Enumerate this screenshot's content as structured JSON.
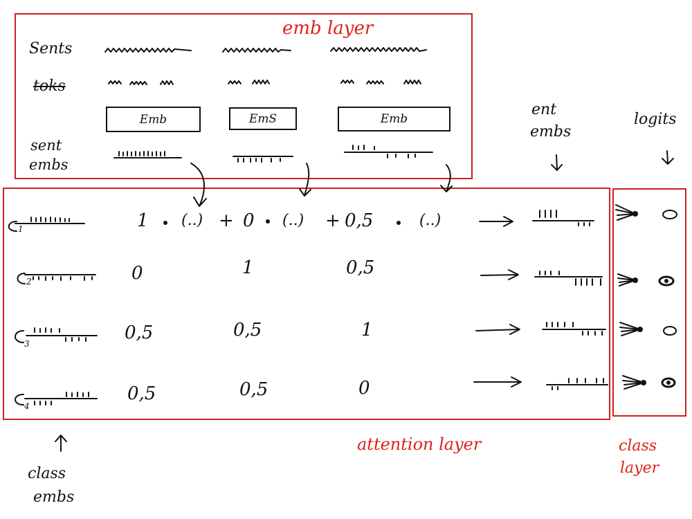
{
  "emb_layer": {
    "title": "emb layer",
    "row_sents": "Sents",
    "row_toks": "toks",
    "emb_labels": [
      "Emb",
      "EmS",
      "Emb"
    ],
    "sent_embs_label": [
      "sent",
      "embs"
    ]
  },
  "attention": {
    "title": "attention layer",
    "class_labels": [
      "C1",
      "C2",
      "C3",
      "C4"
    ],
    "row1": [
      "1",
      "(..)",
      "0",
      "(..)",
      "0,5",
      "(..)"
    ],
    "row2": [
      "0",
      "1",
      "0,5"
    ],
    "row3": [
      "0,5",
      "0,5",
      "1"
    ],
    "row4": [
      "0,5",
      "0,5",
      "0"
    ],
    "ent_embs_label": [
      "ent",
      "embs"
    ]
  },
  "class_layer": {
    "title": [
      "class",
      "layer"
    ],
    "logits_label": "logits"
  },
  "class_embs_label": [
    "class",
    "embs"
  ]
}
